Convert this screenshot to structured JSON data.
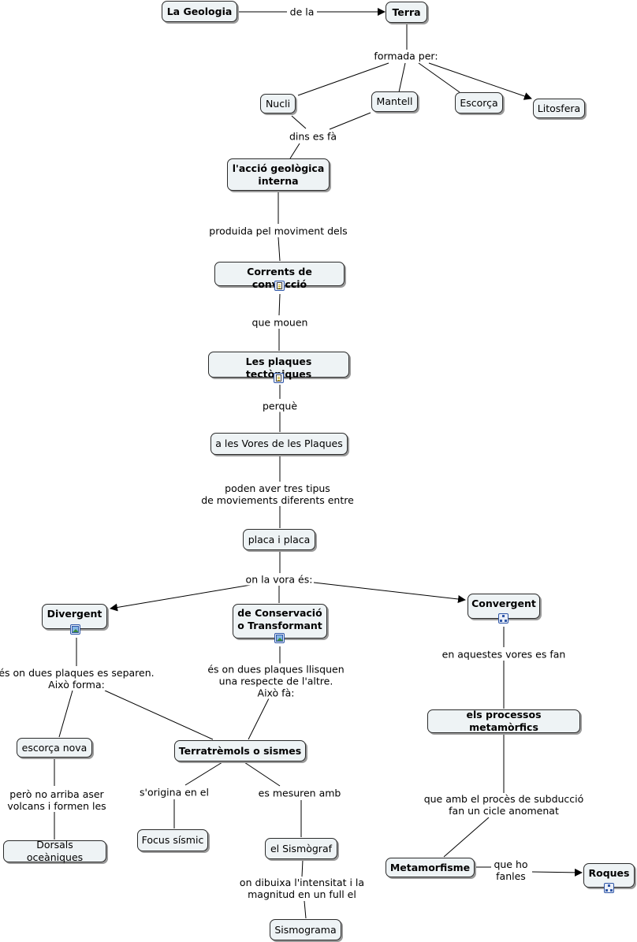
{
  "nodes": {
    "la_geologia": "La Geologia",
    "terra": "Terra",
    "nucli": "Nucli",
    "mantell": "Mantell",
    "escorca": "Escorça",
    "litosfera": "Litosfera",
    "accio": "l'acció geològica\ninterna",
    "corrents": "Corrents de convecció",
    "plaques": "Les plaques tectòniques",
    "vores": "a les Vores de les Plaques",
    "placa": "placa i placa",
    "divergent": "Divergent",
    "conservacio": "de Conservació\no Transformant",
    "convergent": "Convergent",
    "escorca_nova": "escorça nova",
    "terratremols": "Terratrèmols o sismes",
    "processos": "els processos metamòrfics",
    "dorsals": "Dorsals oceàniques",
    "focus": "Focus sísmic",
    "sismograf": "el Sismògraf",
    "sismograma": "Sismograma",
    "metamorfisme": "Metamorfisme",
    "roques": "Roques"
  },
  "links": {
    "de_la": "de la",
    "formada_per": "formada per:",
    "dins_es_fa": "dins es fà",
    "produida": "produida pel moviment dels",
    "que_mouen": "que mouen",
    "perque": "perquè",
    "poden": "poden aver tres tipus\nde movieme​nts diferents entre",
    "on_la_vora": "on la vora és:",
    "es_on_separen": "és on dues plaques es separen.\nAixò forma:",
    "es_on_llisquen": "és on dues plaques llisquen\nuna respecte de l'altre.\nAixò fà:",
    "en_aquestes": "en aquestes vores es fan",
    "pero_no_arriba": "però no arriba aser\nvolcans i formen les",
    "origina": "s'origina en el",
    "mesuren": "es mesuren amb",
    "on_dibuixa": "on dibuixa l'intensitat i la\nmagnitud en un full el",
    "que_amb": "que amb el procès de subducció\nfan un cicle anomenat",
    "que_ho": "que ho\nfanles"
  },
  "icons": {
    "corrents": "document-icon",
    "plaques": "document-icon",
    "divergent": "image-icon",
    "conservacio": "image-icon",
    "convergent": "concept-map-icon",
    "roques": "concept-map-icon"
  },
  "colors": {
    "node_fill": "#eef3f5",
    "node_border": "#2b2b2b",
    "line": "#000000",
    "icon_border": "#2f57a8"
  }
}
